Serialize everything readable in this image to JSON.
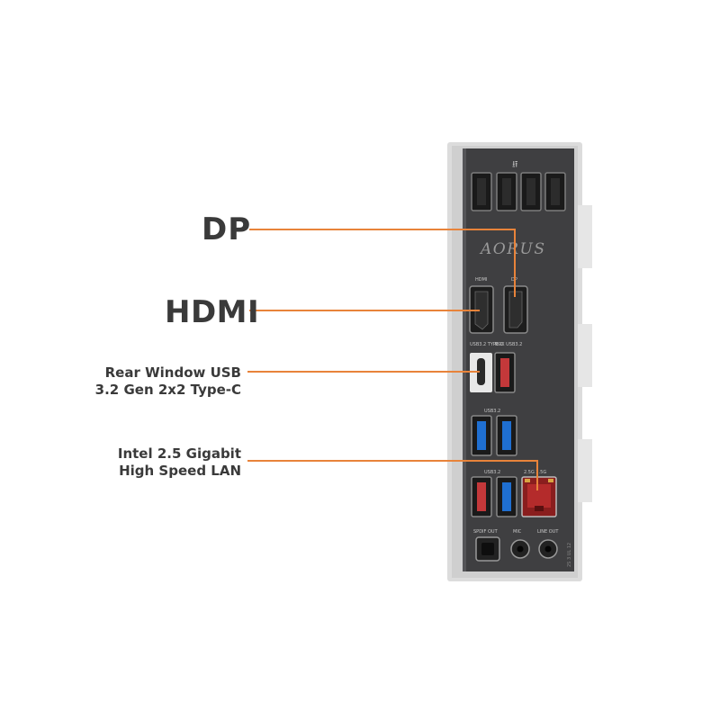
{
  "callouts": {
    "dp": "DP",
    "hdmi": "HDMI",
    "usb_type_c": [
      "Rear Window USB",
      "3.2 Gen 2x2 Type-C"
    ],
    "lan": [
      "Intel  2.5 Gigabit",
      "High Speed LAN"
    ]
  },
  "panel": {
    "brand": "AORUS",
    "usb_symbol": "⭿",
    "port_labels": {
      "hdmi": "HDMI",
      "dp": "DP",
      "usb_c": "USB3.2 TYPE-C",
      "rox": "ROX USB3.2",
      "usb32_a": "USB3.2",
      "usb32_b": "USB3.2",
      "lan": "2.5G  2.5G",
      "spdif": "SPDIF OUT",
      "mic": "MIC",
      "line_out": "LINE OUT"
    },
    "side_text": "2S 3 UL 12"
  },
  "colors": {
    "callout_line": "#e8833a",
    "callout_text": "#3a3a3a",
    "panel_body": "#3f3f41",
    "usb_blue": "#1f6fd1",
    "usb_red": "#c3383a"
  }
}
